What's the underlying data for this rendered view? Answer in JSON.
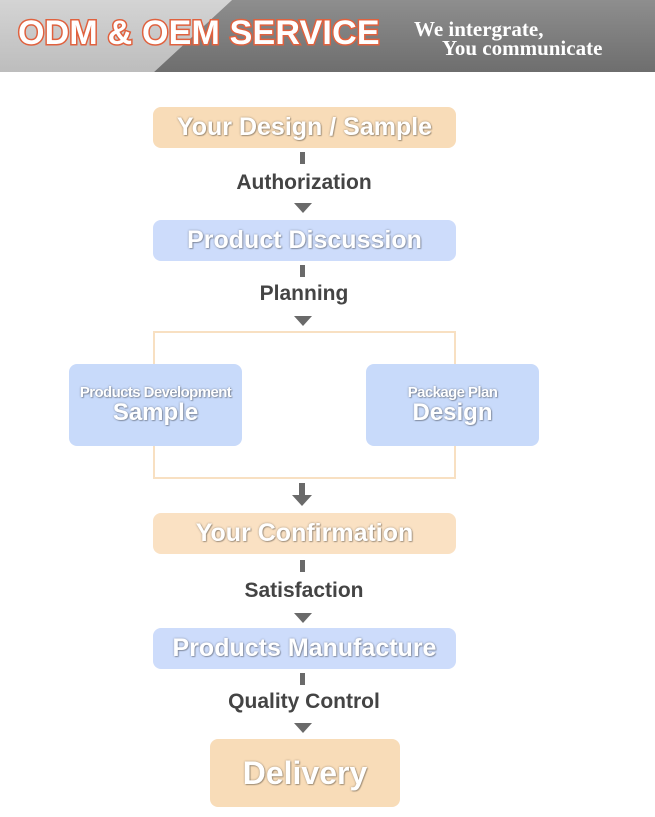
{
  "header": {
    "title": "ODM & OEM SERVICE",
    "slogan_line1": "We intergrate,",
    "slogan_line2": "You communicate"
  },
  "flow": {
    "step1": "Your Design / Sample",
    "label1": "Authorization",
    "step2": "Product Discussion",
    "label2": "Planning",
    "branch_left_small": "Products Development",
    "branch_left_big": "Sample",
    "branch_right_small": "Package Plan",
    "branch_right_big": "Design",
    "step3": "Your Confirmation",
    "label3": "Satisfaction",
    "step4": "Products Manufacture",
    "label4": "Quality Control",
    "step5": "Delivery"
  },
  "colors": {
    "title_outline": "#e0613e",
    "peach_box": "#f8dcb8",
    "blue_box": "#cddcfb",
    "arrow": "#6a6a6a",
    "label_text": "#444444"
  }
}
